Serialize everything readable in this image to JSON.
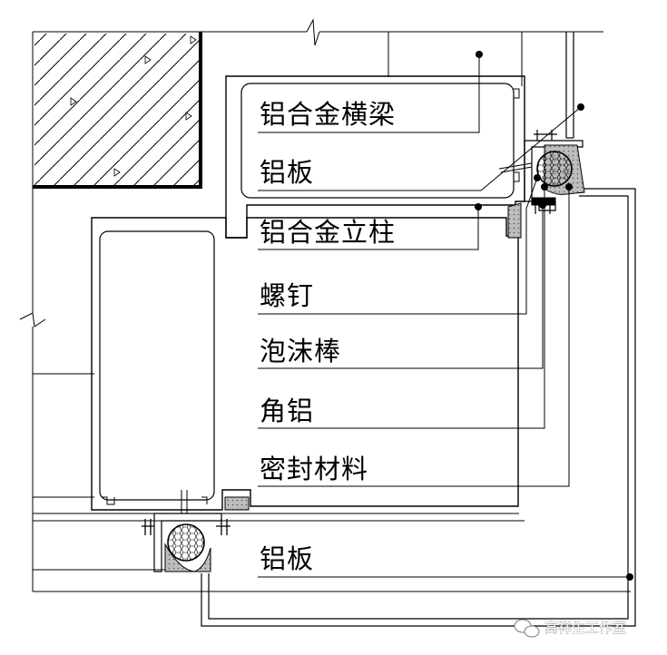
{
  "labels": {
    "beam": "铝合金横梁",
    "panel_top": "铝板",
    "column": "铝合金立柱",
    "screw": "螺钉",
    "foam_rod": "泡沫棒",
    "angle_alu": "角铝",
    "sealant": "密封材料",
    "panel_bottom": "铝板"
  },
  "watermark": {
    "icon": "wechat-icon",
    "text": "高祥生工作室"
  },
  "colors": {
    "line": "#000000",
    "hatch_fill": "#ffffff",
    "sealant_fill": "#c8c8c8"
  }
}
